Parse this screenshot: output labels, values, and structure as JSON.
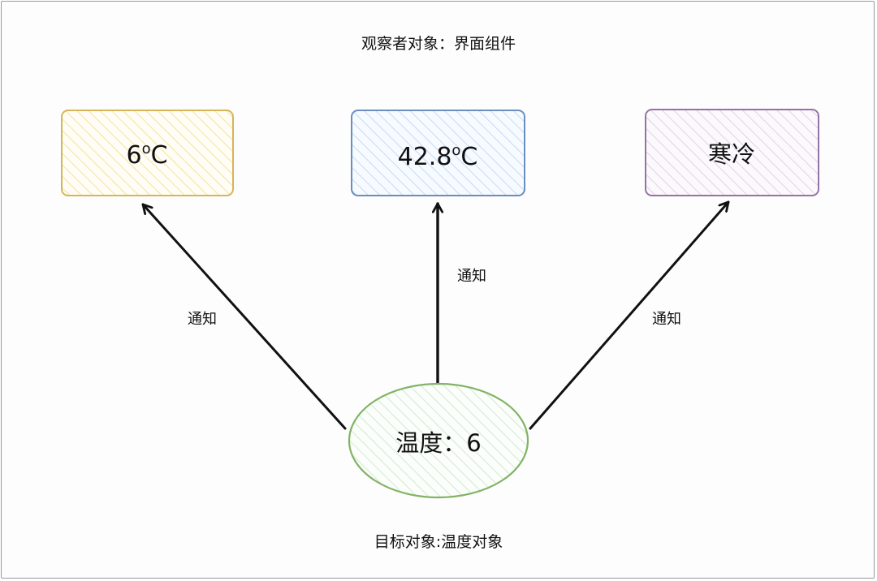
{
  "diagram": {
    "observer_caption": "观察者对象：界面组件",
    "subject_caption": "目标对象:温度对象",
    "observers": [
      {
        "label_main": "6",
        "label_sup": "o",
        "label_unit": "C",
        "stroke": "#d6b656",
        "fill": "#fff2cc"
      },
      {
        "label_main": "42.8",
        "label_sup": "o",
        "label_unit": "C",
        "stroke": "#6c8ebf",
        "fill": "#dae8fc"
      },
      {
        "label_main": "寒冷",
        "label_sup": "",
        "label_unit": "",
        "stroke": "#9673a6",
        "fill": "#e1d5e7"
      }
    ],
    "subject": {
      "label": "温度：6",
      "stroke": "#82b366",
      "fill": "#d5e8d4"
    },
    "edges": [
      {
        "label": "通知"
      },
      {
        "label": "通知"
      },
      {
        "label": "通知"
      }
    ]
  }
}
